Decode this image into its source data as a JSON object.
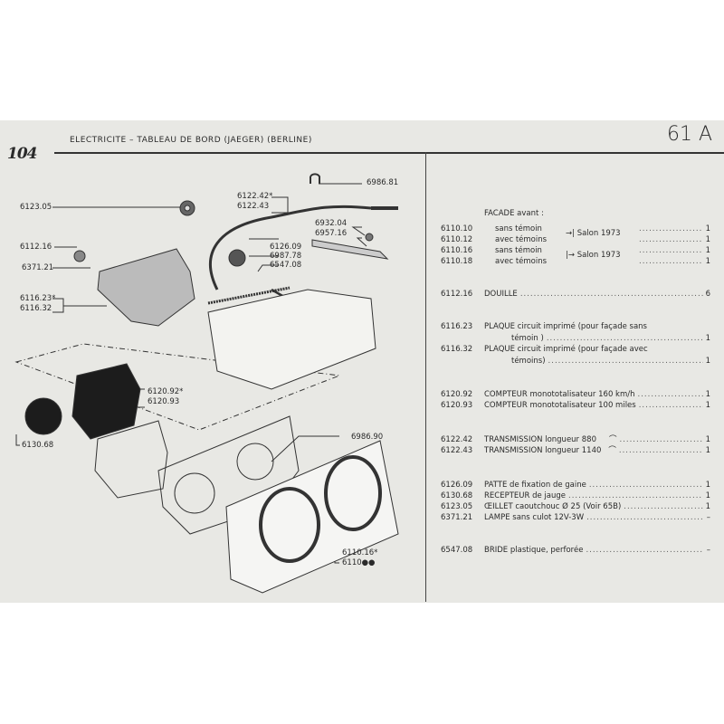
{
  "header": {
    "logo": "104",
    "title": "ELECTRICITE – TABLEAU DE BORD (JAEGER) (BERLINE)",
    "page": "61 A"
  },
  "diagram_labels": {
    "l6986_81": "6986.81",
    "l6123_05": "6123.05",
    "l6122_42": "6122.42*",
    "l6122_43": "6122.43",
    "l6932_04": "6932.04",
    "l6957_16": "6957.16",
    "l6112_16": "6112.16",
    "l6126_09": "6126.09",
    "l6987_78": "6987.78",
    "l6371_21": "6371.21",
    "l6547_08": "6547.08",
    "l6116_23": "6116.23*",
    "l6116_32": "6116.32",
    "l6120_92": "6120.92*",
    "l6120_93": "6120.93",
    "l6130_68": "6130.68",
    "l6986_90": "6986.90",
    "l6110_16": "6110.16*",
    "l6110": "6110●●"
  },
  "parts": {
    "facade_heading": "FACADE avant :",
    "facade": [
      {
        "code": "6110.10",
        "desc": "sans témoin",
        "qty": "1"
      },
      {
        "code": "6110.12",
        "desc": "avec témoins",
        "qty": "1"
      },
      {
        "code": "6110.16",
        "desc": "sans témoin",
        "qty": "1"
      },
      {
        "code": "6110.18",
        "desc": "avec témoins",
        "qty": "1"
      }
    ],
    "salon_before": "→| Salon 1973",
    "salon_after": "|→ Salon 1973",
    "douille": {
      "code": "6112.16",
      "desc": "DOUILLE",
      "qty": "6"
    },
    "plaque1": {
      "code": "6116.23",
      "desc": "PLAQUE circuit imprimé (pour façade sans",
      "cont": "témoin )",
      "qty": "1"
    },
    "plaque2": {
      "code": "6116.32",
      "desc": "PLAQUE circuit imprimé (pour façade avec",
      "cont": "témoins)",
      "qty": "1"
    },
    "compteur": [
      {
        "code": "6120.92",
        "desc": "COMPTEUR monototalisateur 160 km/h",
        "qty": "1"
      },
      {
        "code": "6120.93",
        "desc": "COMPTEUR monototalisateur 100 miles",
        "qty": "1"
      }
    ],
    "transmission": [
      {
        "code": "6122.42",
        "desc": "TRANSMISSION longueur 880",
        "qty": "1"
      },
      {
        "code": "6122.43",
        "desc": "TRANSMISSION longueur 1140",
        "qty": "1"
      }
    ],
    "misc": [
      {
        "code": "6126.09",
        "desc": "PATTE de fixation de gaine",
        "qty": "1"
      },
      {
        "code": "6130.68",
        "desc": "RECEPTEUR de jauge",
        "qty": "1"
      },
      {
        "code": "6123.05",
        "desc": "ŒILLET caoutchouc Ø 25 (Voir 65B)",
        "qty": "1"
      },
      {
        "code": "6371.21",
        "desc": "LAMPE sans culot 12V-3W",
        "qty": "–"
      }
    ],
    "bride": {
      "code": "6547.08",
      "desc": "BRIDE plastique, perforée",
      "qty": "–"
    }
  }
}
